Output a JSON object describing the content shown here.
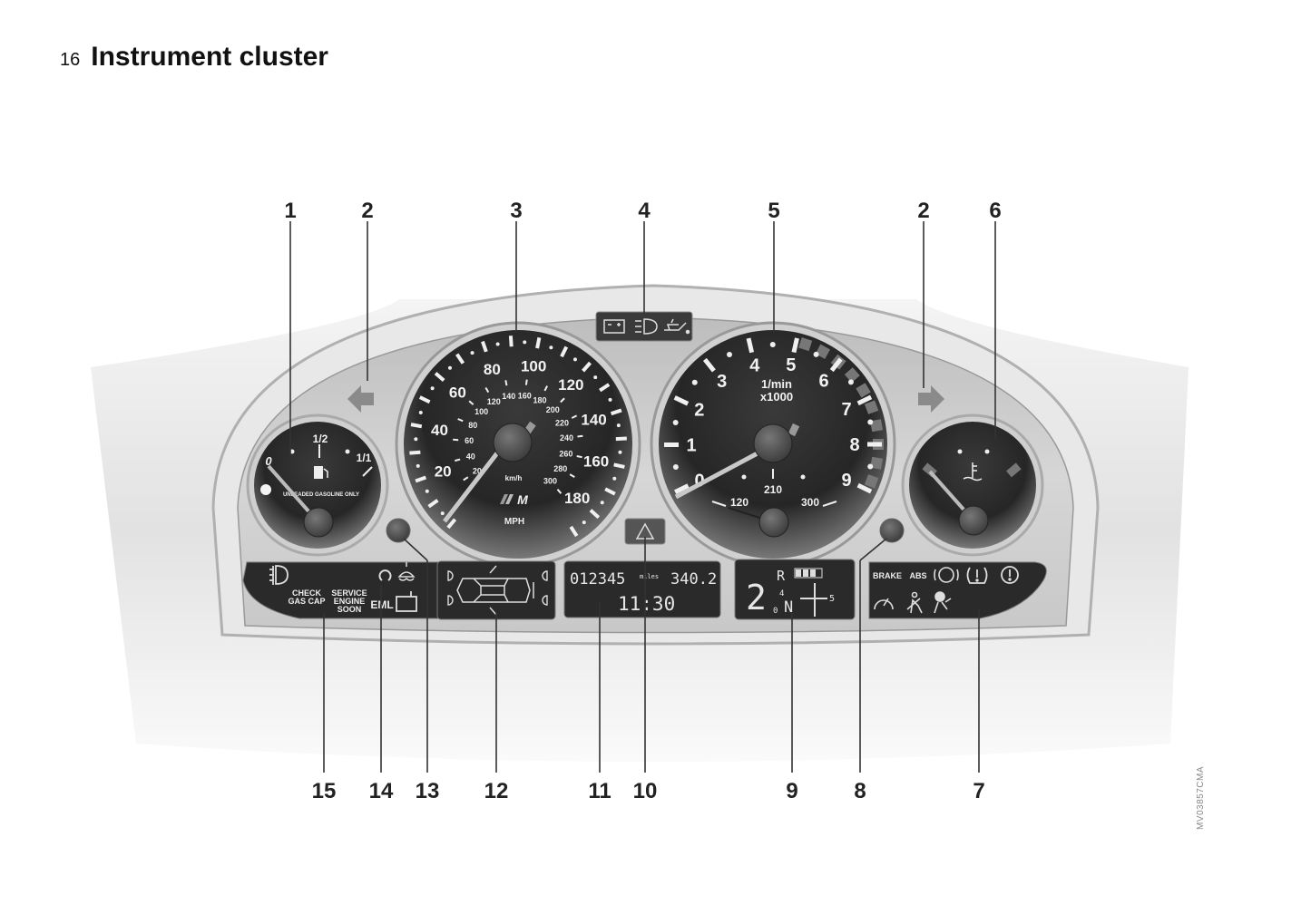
{
  "header": {
    "page_number": "16",
    "title": "Instrument cluster"
  },
  "figure_code": "MV03857CMA",
  "callouts_top": [
    "1",
    "2",
    "3",
    "4",
    "5",
    "2",
    "6"
  ],
  "callouts_bottom": [
    "15",
    "14",
    "13",
    "12",
    "11",
    "10",
    "9",
    "8",
    "7"
  ],
  "fuel_gauge": {
    "labels": [
      "0",
      "1/2",
      "1/1"
    ],
    "note": "UNLEADED GASOLINE ONLY"
  },
  "speedometer": {
    "mph_labels": [
      "20",
      "40",
      "60",
      "80",
      "100",
      "120",
      "140",
      "160",
      "180"
    ],
    "kmh_labels": [
      "20",
      "40",
      "60",
      "80",
      "100",
      "120",
      "140",
      "160",
      "180",
      "200",
      "220",
      "240",
      "260",
      "280",
      "300"
    ],
    "kmh_unit": "km/h",
    "mph_unit": "MPH",
    "brand": "M"
  },
  "tachometer": {
    "labels": [
      "0",
      "1",
      "2",
      "3",
      "4",
      "5",
      "6",
      "7",
      "8",
      "9"
    ],
    "unit_line1": "1/min",
    "unit_line2": "x1000",
    "oil_temp_labels": [
      "120",
      "210",
      "300"
    ]
  },
  "left_display": {
    "check_gas_cap": [
      "CHECK",
      "GAS CAP"
    ],
    "service_engine_soon": [
      "SERVICE",
      "ENGINE",
      "SOON"
    ],
    "eml": "EML"
  },
  "odometer_display": {
    "odometer": "012345",
    "unit": "miles",
    "trip": "340.2",
    "clock": "11:30"
  },
  "gear_display": {
    "gear": "2",
    "r": "R",
    "n": "N",
    "four": "4",
    "zero": "0",
    "five": "5"
  },
  "warning_panel": {
    "brake": "BRAKE",
    "abs": "ABS"
  },
  "colors": {
    "panel_dark": "#2a2a2a",
    "housing": "#d4d4d4"
  }
}
